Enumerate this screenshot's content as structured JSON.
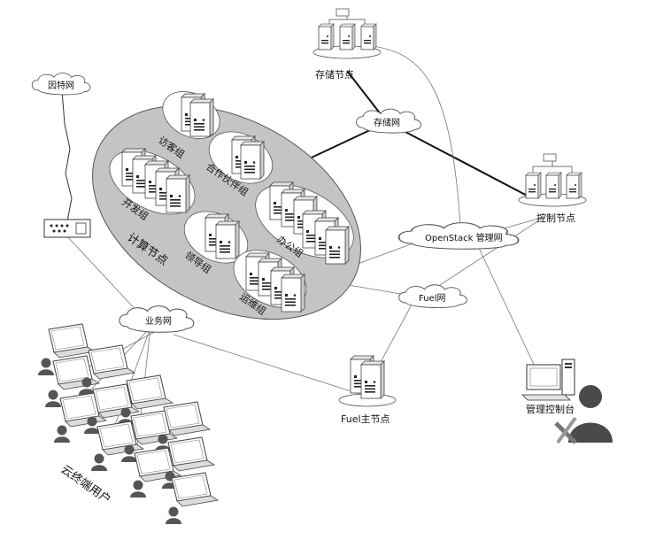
{
  "diagram": {
    "nodes": {
      "storage_node": "存储节点",
      "control_node": "控制节点",
      "fuel_master": "Fuel主节点",
      "mgmt_console": "管理控制台",
      "compute_node": "计算节点",
      "cloud_users": "云终端用户"
    },
    "networks": {
      "internet": "因特网",
      "storage_net": "存储网",
      "openstack_mgmt": "OpenStack 管理网",
      "fuel_net": "Fuel网",
      "business_net": "业务网"
    },
    "groups": {
      "visitor": "访客组",
      "partner": "合作伙伴组",
      "dev": "开发组",
      "office": "办公组",
      "leader": "领导组",
      "ops": "运维组"
    }
  }
}
